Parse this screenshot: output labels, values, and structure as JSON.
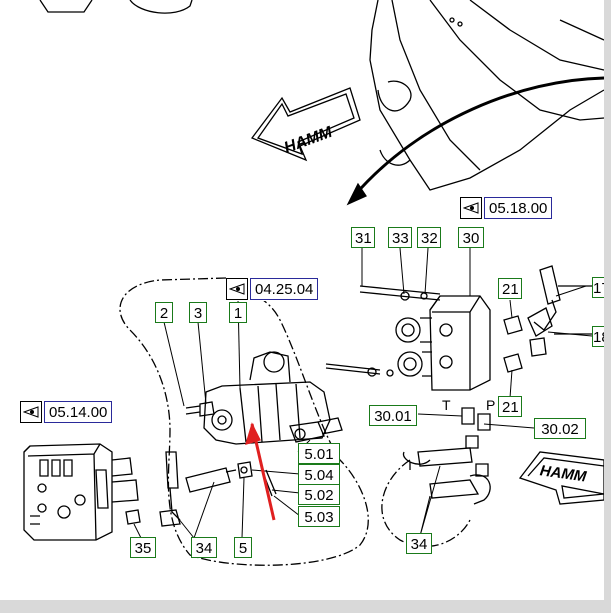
{
  "brand": "HAMM",
  "references": {
    "ref_05_18": "05.18.00",
    "ref_04_25": "04.25.04",
    "ref_05_14": "05.14.00"
  },
  "port_labels": {
    "t": "T",
    "p": "P"
  },
  "callouts": {
    "c31": "31",
    "c33": "33",
    "c32": "32",
    "c30": "30",
    "c21a": "21",
    "c17": "17",
    "c18": "18",
    "c21b": "21",
    "c30_01": "30.01",
    "c30_02": "30.02",
    "c2": "2",
    "c3": "3",
    "c1": "1",
    "c5_01": "5.01",
    "c5_04": "5.04",
    "c5_02": "5.02",
    "c5_03": "5.03",
    "c35": "35",
    "c34a": "34",
    "c5": "5",
    "c34b": "34"
  },
  "colors": {
    "callout_border": "#1a7a1a",
    "ref_border": "#2a2a9a",
    "pointer": "#e02020"
  }
}
